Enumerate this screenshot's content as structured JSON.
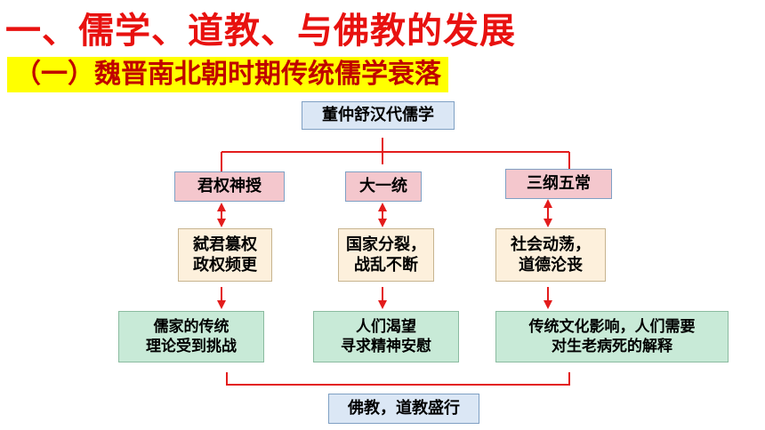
{
  "title": "一、儒学、道教、与佛教的发展",
  "subtitle": "（一）魏晋南北朝时期传统儒学衰落",
  "root": "董仲舒汉代儒学",
  "branches": [
    {
      "concept": "君权神授",
      "effect": "弑君篡权\n政权频更",
      "result": "儒家的传统\n理论受到挑战"
    },
    {
      "concept": "大一统",
      "effect": "国家分裂，\n战乱不断",
      "result": "人们渴望\n寻求精神安慰"
    },
    {
      "concept": "三纲五常",
      "effect": "社会动荡，\n道德沦丧",
      "result": "传统文化影响，人们需要\n对生老病死的解释"
    }
  ],
  "conclusion": "佛教，道教盛行",
  "colors": {
    "title": "#e8110f",
    "subtitle_bg": "#ffff00",
    "line": "#e31c1c"
  }
}
